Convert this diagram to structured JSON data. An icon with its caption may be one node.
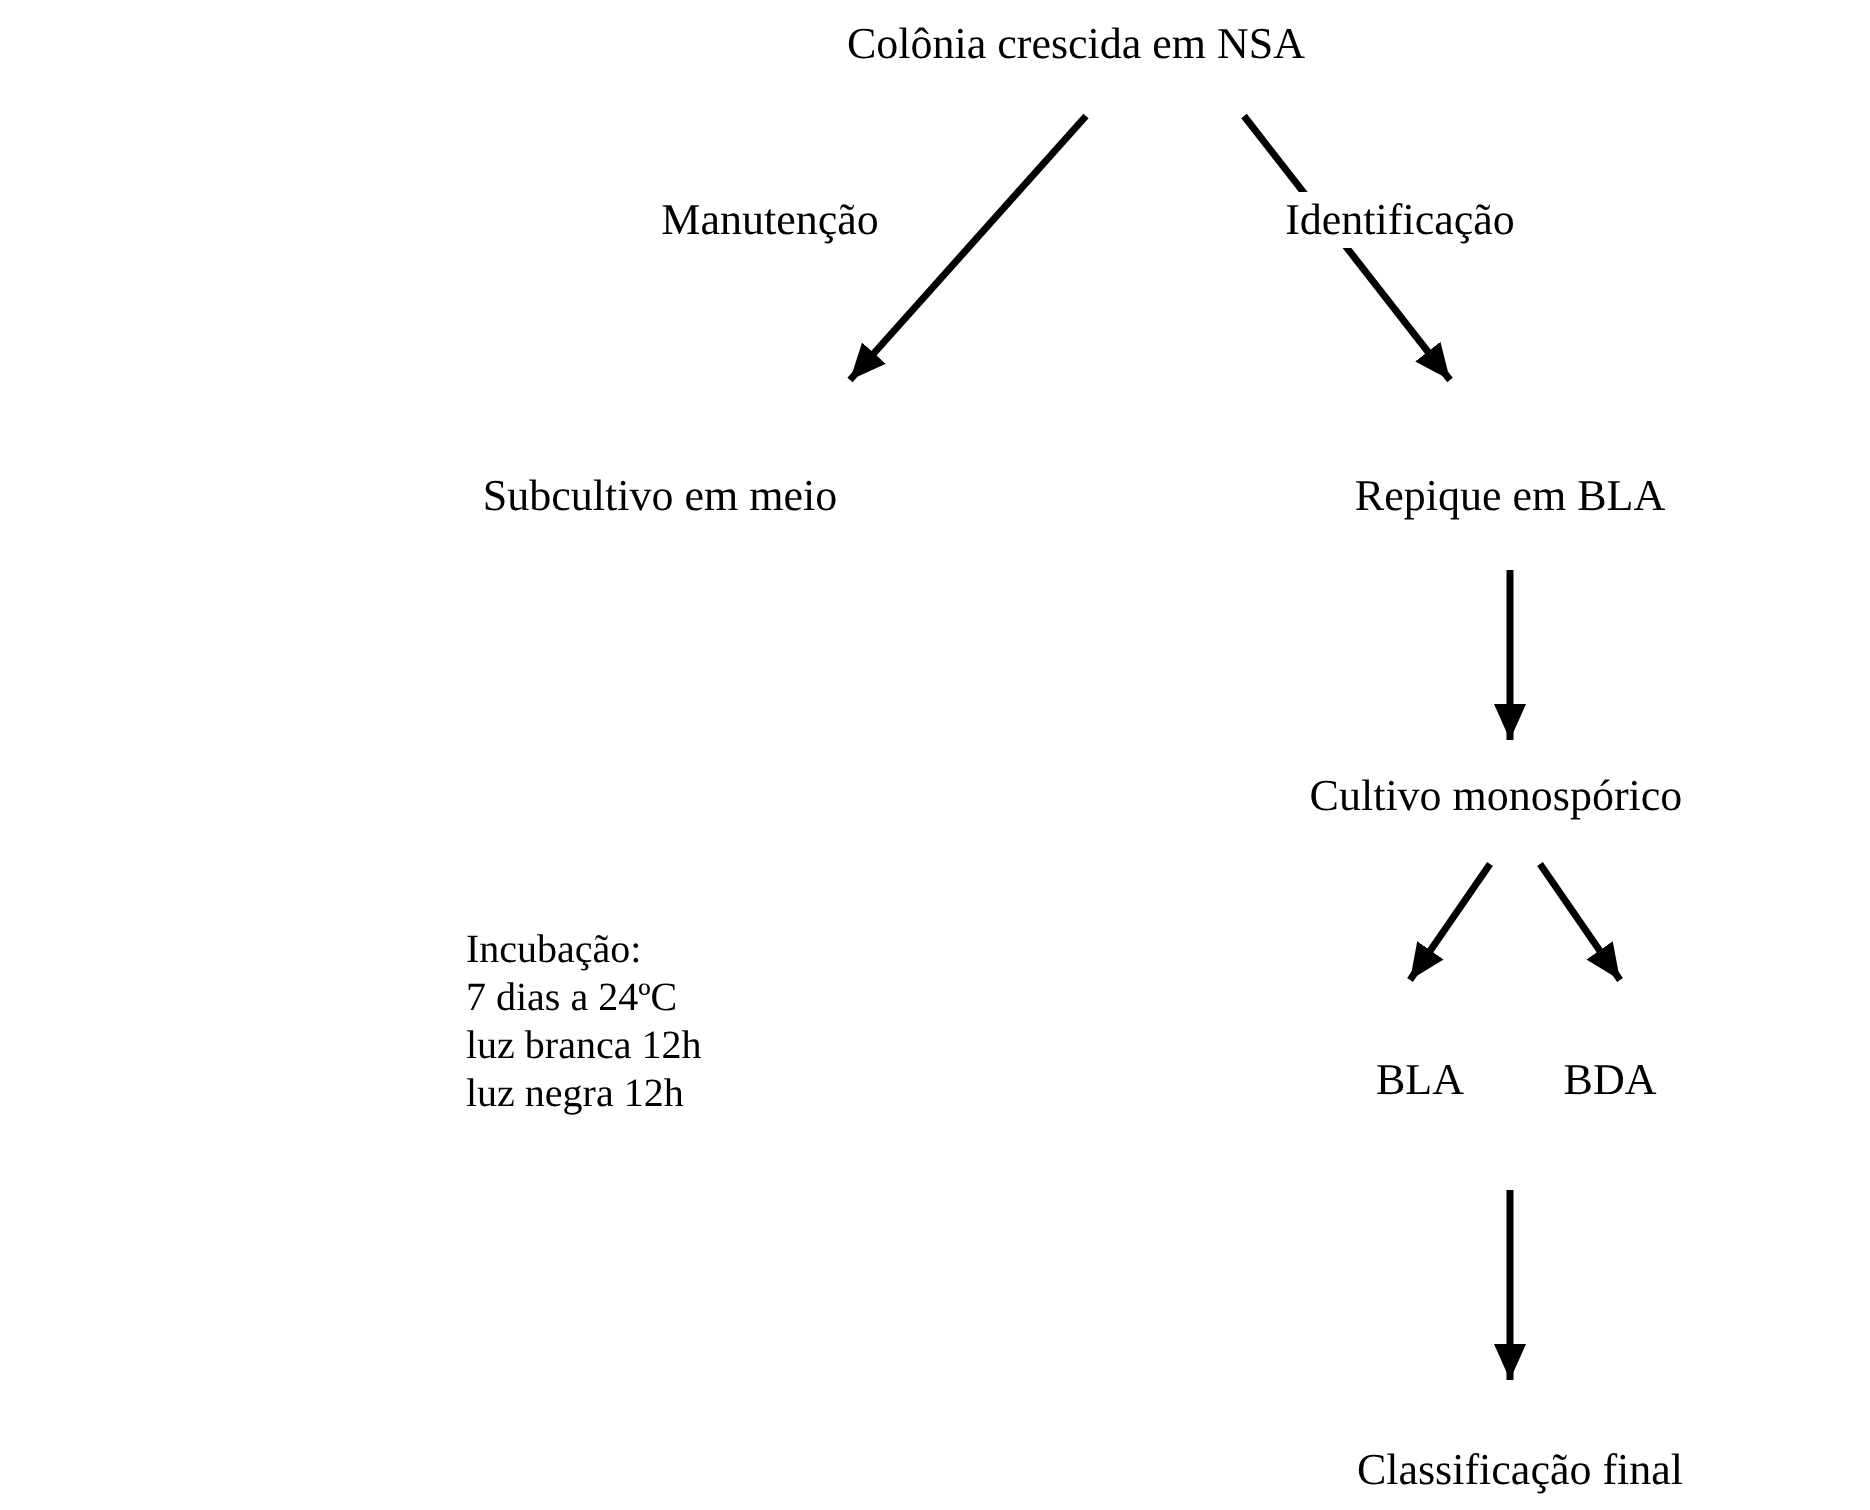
{
  "diagram": {
    "nodes": [
      {
        "text": [
          "Colônia crescida em NSA"
        ]
      },
      {
        "text": [
          "Subcultivo em meio"
        ]
      },
      {
        "text": [
          "Repique em BLA"
        ]
      },
      {
        "text": [
          "Cultivo monospórico"
        ]
      },
      {
        "text": [
          "BLA"
        ]
      },
      {
        "text": [
          "BDA"
        ]
      },
      {
        "text": [
          "Classificação final"
        ]
      }
    ],
    "edges": [
      {
        "from": 0,
        "to": 1,
        "arrow": "to",
        "label": "Manutenção"
      },
      {
        "from": 0,
        "to": 2,
        "arrow": "to",
        "label": "Identificação"
      },
      {
        "from": 2,
        "to": 3,
        "arrow": "to"
      },
      {
        "from": 3,
        "to": 4,
        "arrow": "to"
      },
      {
        "from": 3,
        "to": 5,
        "arrow": "to"
      },
      {
        "from": 4,
        "to": 6,
        "arrow": "to"
      },
      {
        "from": 5,
        "to": 6,
        "arrow": "to"
      }
    ],
    "labels": [
      "Incubação:",
      "7 dias a 24ºC",
      "luz branca 12h",
      "luz negra 12h"
    ]
  }
}
